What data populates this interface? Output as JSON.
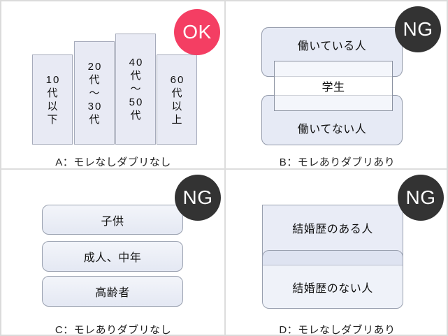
{
  "colors": {
    "ok_badge": "#f43e63",
    "ng_badge": "#333333",
    "box_fill": "#e8ebf5",
    "box_border": "#99a0af",
    "divider": "#dddddd"
  },
  "quadrants": {
    "a": {
      "badge": "OK",
      "caption": "A：モレなしダブリなし",
      "bars": [
        "10代以下",
        "20代〜30代",
        "40代〜50代",
        "60代以上"
      ]
    },
    "b": {
      "badge": "NG",
      "caption": "B：モレありダブリあり",
      "boxes": [
        "働いている人",
        "学生",
        "働いてない人"
      ]
    },
    "c": {
      "badge": "NG",
      "caption": "C：モレありダブリなし",
      "boxes": [
        "子供",
        "成人、中年",
        "高齢者"
      ]
    },
    "d": {
      "badge": "NG",
      "caption": "D：モレなしダブリあり",
      "boxes": [
        "結婚歴のある人",
        "結婚歴のない人"
      ]
    }
  }
}
